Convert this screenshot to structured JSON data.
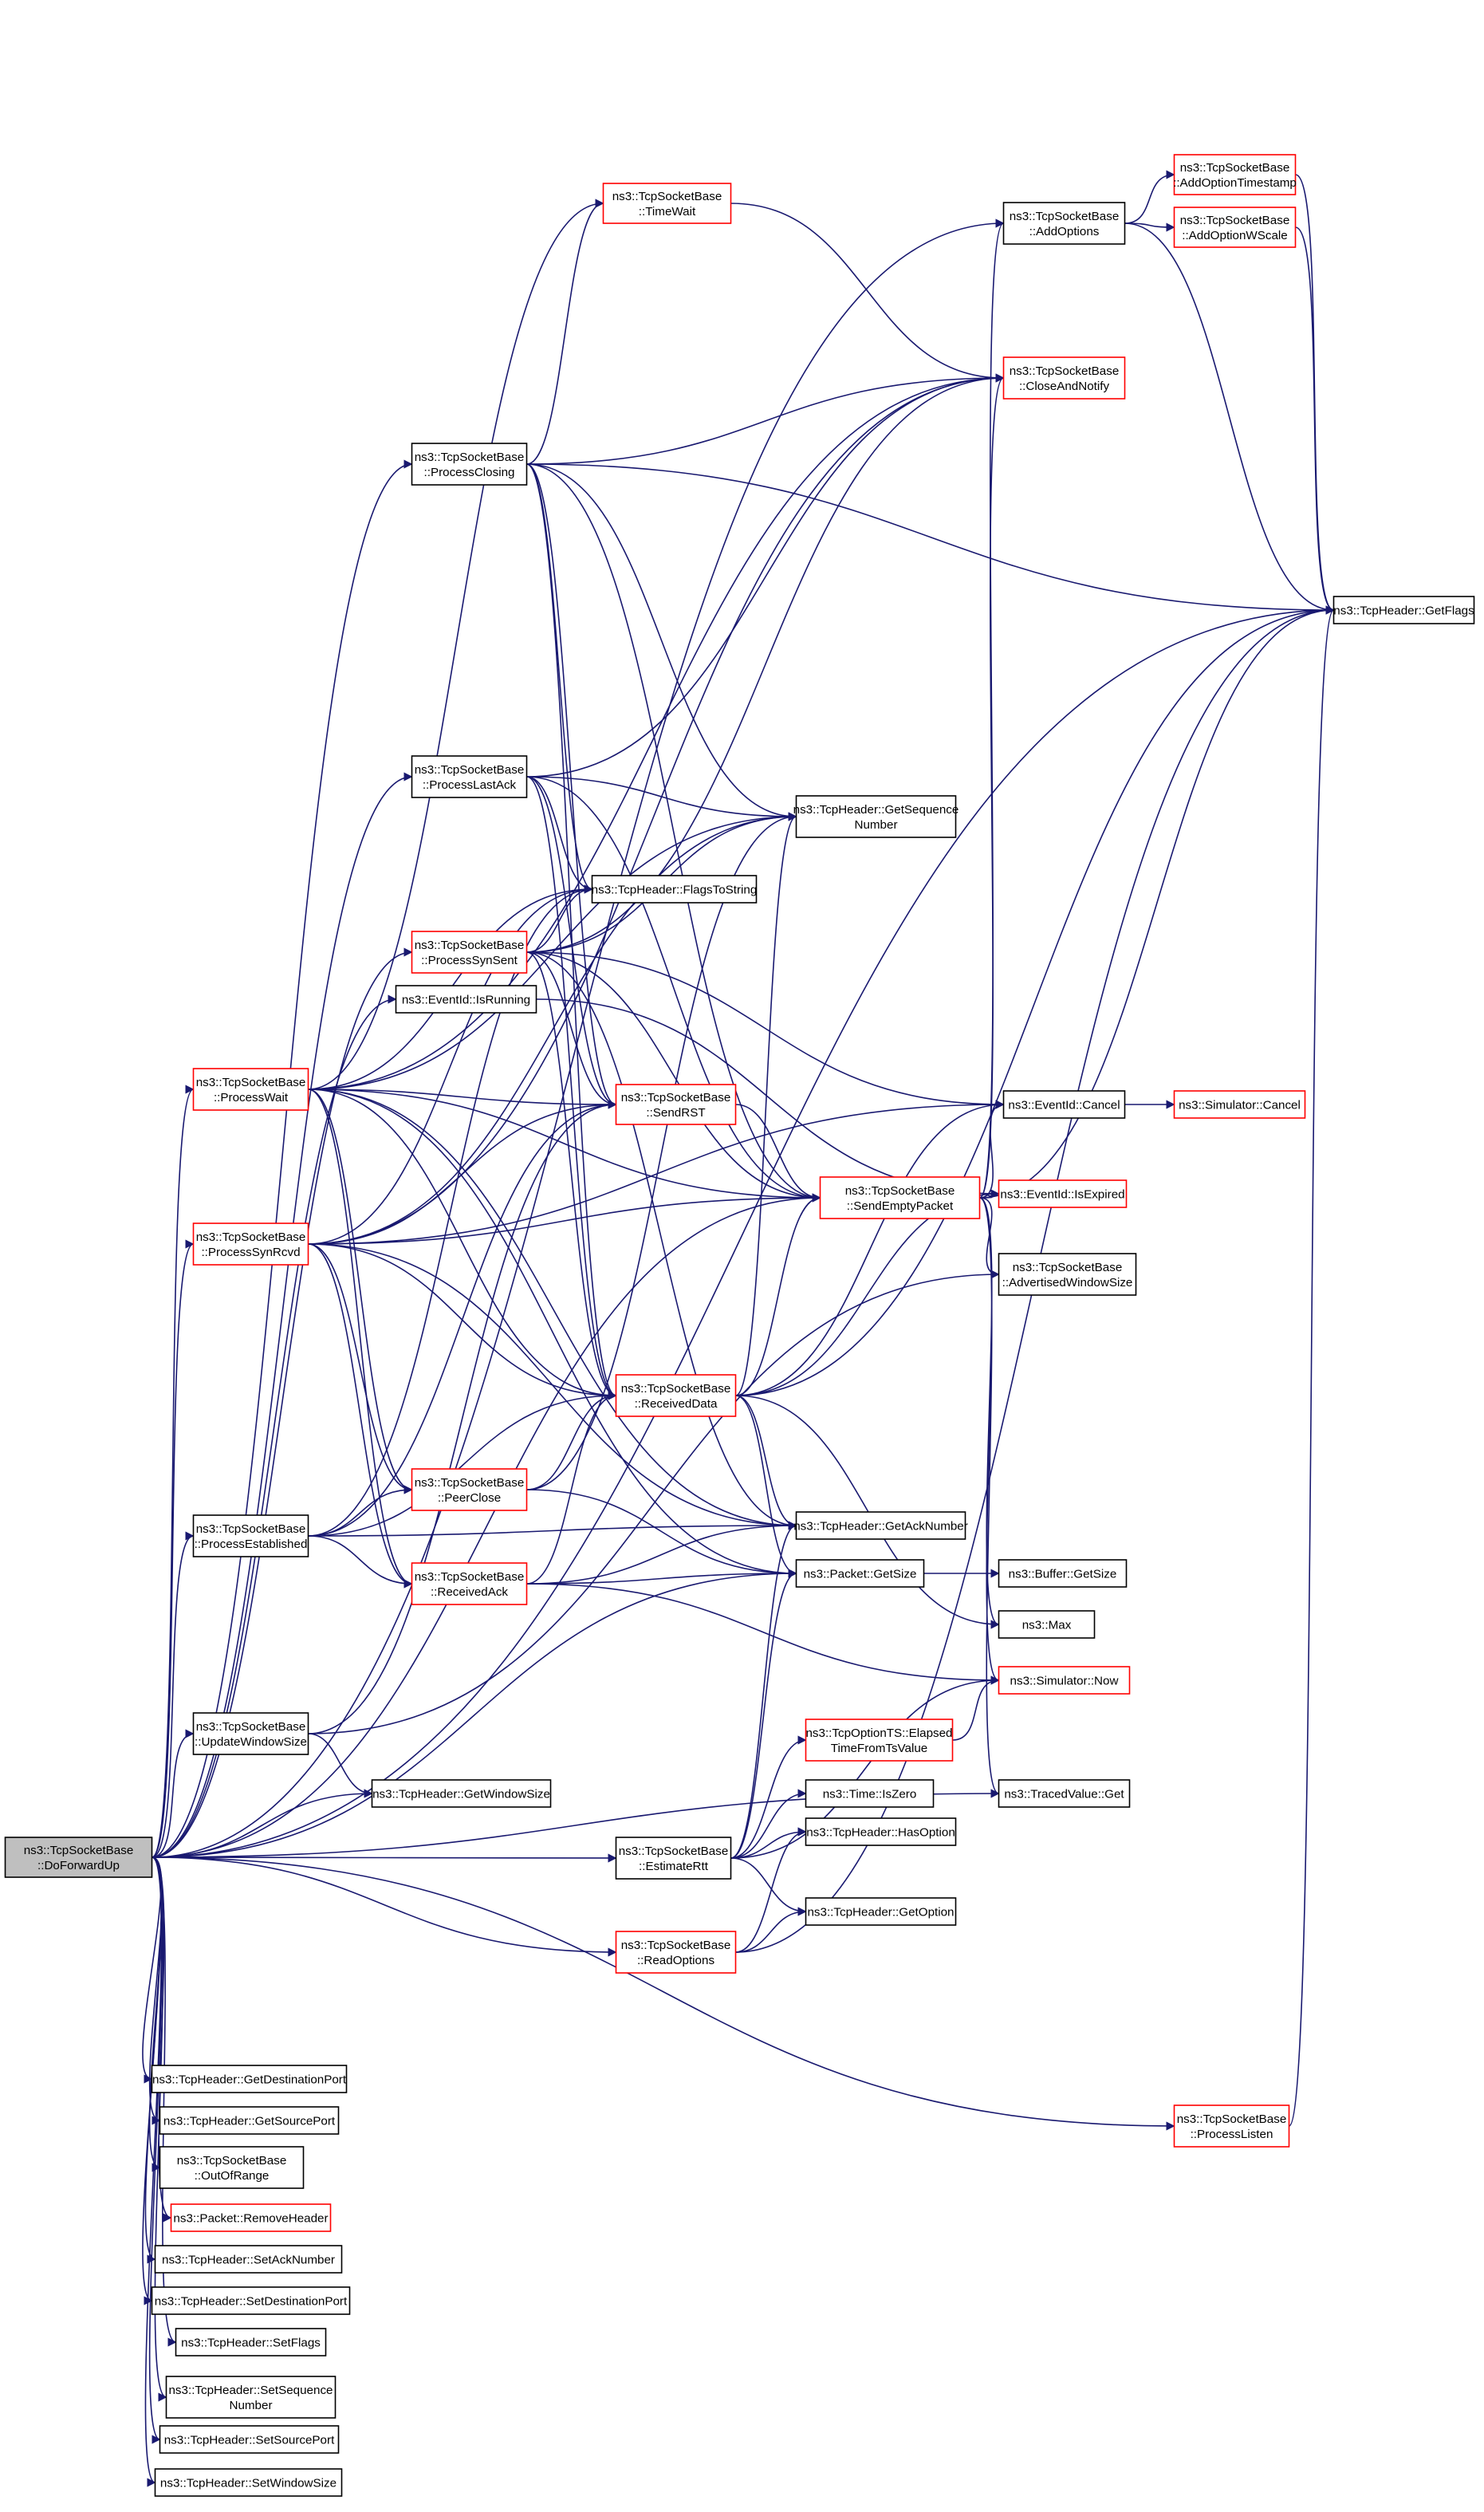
{
  "title": "Call graph of ns3::TcpSocketBase::DoForwardUp",
  "colors": {
    "edge": "#191970",
    "root_fill": "#bfbfbf",
    "node_border": "#000000",
    "truncated_border": "#ff0000"
  },
  "nodes": {
    "dofwd": {
      "lines": [
        "ns3::TcpSocketBase",
        "::DoForwardUp"
      ],
      "kind": "root"
    },
    "addopts": {
      "lines": [
        "ns3::TcpSocketBase",
        "::AddOptions"
      ],
      "kind": "normal"
    },
    "addts": {
      "lines": [
        "ns3::TcpSocketBase",
        "::AddOptionTimestamp"
      ],
      "kind": "truncated"
    },
    "addws": {
      "lines": [
        "ns3::TcpSocketBase",
        "::AddOptionWScale"
      ],
      "kind": "truncated"
    },
    "timewait": {
      "lines": [
        "ns3::TcpSocketBase",
        "::TimeWait"
      ],
      "kind": "truncated"
    },
    "closenotify": {
      "lines": [
        "ns3::TcpSocketBase",
        "::CloseAndNotify"
      ],
      "kind": "truncated"
    },
    "pclosing": {
      "lines": [
        "ns3::TcpSocketBase",
        "::ProcessClosing"
      ],
      "kind": "normal"
    },
    "getflags": {
      "lines": [
        "ns3::TcpHeader::GetFlags"
      ],
      "kind": "normal"
    },
    "plastack": {
      "lines": [
        "ns3::TcpSocketBase",
        "::ProcessLastAck"
      ],
      "kind": "normal"
    },
    "getseq": {
      "lines": [
        "ns3::TcpHeader::GetSequence",
        "Number"
      ],
      "kind": "normal"
    },
    "flags2str": {
      "lines": [
        "ns3::TcpHeader::FlagsToString"
      ],
      "kind": "normal"
    },
    "psynsent": {
      "lines": [
        "ns3::TcpSocketBase",
        "::ProcessSynSent"
      ],
      "kind": "truncated"
    },
    "isrunning": {
      "lines": [
        "ns3::EventId::IsRunning"
      ],
      "kind": "normal"
    },
    "pwait": {
      "lines": [
        "ns3::TcpSocketBase",
        "::ProcessWait"
      ],
      "kind": "truncated"
    },
    "sendrst": {
      "lines": [
        "ns3::TcpSocketBase",
        "::SendRST"
      ],
      "kind": "truncated"
    },
    "cancel": {
      "lines": [
        "ns3::EventId::Cancel"
      ],
      "kind": "normal"
    },
    "simcancel": {
      "lines": [
        "ns3::Simulator::Cancel"
      ],
      "kind": "truncated"
    },
    "sendempty": {
      "lines": [
        "ns3::TcpSocketBase",
        "::SendEmptyPacket"
      ],
      "kind": "truncated"
    },
    "isexpired": {
      "lines": [
        "ns3::EventId::IsExpired"
      ],
      "kind": "truncated"
    },
    "psynrcvd": {
      "lines": [
        "ns3::TcpSocketBase",
        "::ProcessSynRcvd"
      ],
      "kind": "truncated"
    },
    "advwin": {
      "lines": [
        "ns3::TcpSocketBase",
        "::AdvertisedWindowSize"
      ],
      "kind": "normal"
    },
    "recvdata": {
      "lines": [
        "ns3::TcpSocketBase",
        "::ReceivedData"
      ],
      "kind": "truncated"
    },
    "peerclose": {
      "lines": [
        "ns3::TcpSocketBase",
        "::PeerClose"
      ],
      "kind": "truncated"
    },
    "pestab": {
      "lines": [
        "ns3::TcpSocketBase",
        "::ProcessEstablished"
      ],
      "kind": "normal"
    },
    "getack": {
      "lines": [
        "ns3::TcpHeader::GetAckNumber"
      ],
      "kind": "normal"
    },
    "getsize": {
      "lines": [
        "ns3::Packet::GetSize"
      ],
      "kind": "normal"
    },
    "bufsize": {
      "lines": [
        "ns3::Buffer::GetSize"
      ],
      "kind": "normal"
    },
    "recvack": {
      "lines": [
        "ns3::TcpSocketBase",
        "::ReceivedAck"
      ],
      "kind": "truncated"
    },
    "max": {
      "lines": [
        "ns3::Max"
      ],
      "kind": "normal"
    },
    "simnow": {
      "lines": [
        "ns3::Simulator::Now"
      ],
      "kind": "truncated"
    },
    "updwin": {
      "lines": [
        "ns3::TcpSocketBase",
        "::UpdateWindowSize"
      ],
      "kind": "normal"
    },
    "elapsed": {
      "lines": [
        "ns3::TcpOptionTS::Elapsed",
        "TimeFromTsValue"
      ],
      "kind": "truncated"
    },
    "iszero": {
      "lines": [
        "ns3::Time::IsZero"
      ],
      "kind": "normal"
    },
    "tracedget": {
      "lines": [
        "ns3::TracedValue::Get"
      ],
      "kind": "normal"
    },
    "getwin": {
      "lines": [
        "ns3::TcpHeader::GetWindowSize"
      ],
      "kind": "normal"
    },
    "estrtt": {
      "lines": [
        "ns3::TcpSocketBase",
        "::EstimateRtt"
      ],
      "kind": "normal"
    },
    "hasopt": {
      "lines": [
        "ns3::TcpHeader::HasOption"
      ],
      "kind": "normal"
    },
    "getopt": {
      "lines": [
        "ns3::TcpHeader::GetOption"
      ],
      "kind": "normal"
    },
    "readopts": {
      "lines": [
        "ns3::TcpSocketBase",
        "::ReadOptions"
      ],
      "kind": "truncated"
    },
    "plisten": {
      "lines": [
        "ns3::TcpSocketBase",
        "::ProcessListen"
      ],
      "kind": "truncated"
    },
    "getdst": {
      "lines": [
        "ns3::TcpHeader::GetDestinationPort"
      ],
      "kind": "normal"
    },
    "getsrc": {
      "lines": [
        "ns3::TcpHeader::GetSourcePort"
      ],
      "kind": "normal"
    },
    "outofrange": {
      "lines": [
        "ns3::TcpSocketBase",
        "::OutOfRange"
      ],
      "kind": "normal"
    },
    "rmheader": {
      "lines": [
        "ns3::Packet::RemoveHeader"
      ],
      "kind": "truncated"
    },
    "setack": {
      "lines": [
        "ns3::TcpHeader::SetAckNumber"
      ],
      "kind": "normal"
    },
    "setdst": {
      "lines": [
        "ns3::TcpHeader::SetDestinationPort"
      ],
      "kind": "normal"
    },
    "setflags": {
      "lines": [
        "ns3::TcpHeader::SetFlags"
      ],
      "kind": "normal"
    },
    "setseq": {
      "lines": [
        "ns3::TcpHeader::SetSequence",
        "Number"
      ],
      "kind": "normal"
    },
    "setsrc": {
      "lines": [
        "ns3::TcpHeader::SetSourcePort"
      ],
      "kind": "normal"
    },
    "setwin": {
      "lines": [
        "ns3::TcpHeader::SetWindowSize"
      ],
      "kind": "normal"
    }
  },
  "edges": [
    [
      "dofwd",
      "addopts"
    ],
    [
      "dofwd",
      "getflags"
    ],
    [
      "dofwd",
      "pclosing"
    ],
    [
      "dofwd",
      "plastack"
    ],
    [
      "dofwd",
      "psynsent"
    ],
    [
      "dofwd",
      "isrunning"
    ],
    [
      "dofwd",
      "pwait"
    ],
    [
      "dofwd",
      "psynrcvd"
    ],
    [
      "dofwd",
      "pestab"
    ],
    [
      "dofwd",
      "updwin"
    ],
    [
      "dofwd",
      "getwin"
    ],
    [
      "dofwd",
      "estrtt"
    ],
    [
      "dofwd",
      "readopts"
    ],
    [
      "dofwd",
      "plisten"
    ],
    [
      "dofwd",
      "sendempty"
    ],
    [
      "dofwd",
      "getdst"
    ],
    [
      "dofwd",
      "getsrc"
    ],
    [
      "dofwd",
      "outofrange"
    ],
    [
      "dofwd",
      "rmheader"
    ],
    [
      "dofwd",
      "setack"
    ],
    [
      "dofwd",
      "setdst"
    ],
    [
      "dofwd",
      "setflags"
    ],
    [
      "dofwd",
      "setseq"
    ],
    [
      "dofwd",
      "setsrc"
    ],
    [
      "dofwd",
      "setwin"
    ],
    [
      "dofwd",
      "tracedget"
    ],
    [
      "dofwd",
      "getsize"
    ],
    [
      "addopts",
      "addts"
    ],
    [
      "addopts",
      "addws"
    ],
    [
      "addopts",
      "getflags"
    ],
    [
      "addws",
      "getflags"
    ],
    [
      "addts",
      "getflags"
    ],
    [
      "timewait",
      "closenotify"
    ],
    [
      "pclosing",
      "timewait"
    ],
    [
      "pclosing",
      "closenotify"
    ],
    [
      "pclosing",
      "getseq"
    ],
    [
      "pclosing",
      "flags2str"
    ],
    [
      "pclosing",
      "sendrst"
    ],
    [
      "pclosing",
      "sendempty"
    ],
    [
      "pclosing",
      "recvdata"
    ],
    [
      "pclosing",
      "getflags"
    ],
    [
      "plastack",
      "closenotify"
    ],
    [
      "plastack",
      "getseq"
    ],
    [
      "plastack",
      "flags2str"
    ],
    [
      "plastack",
      "sendrst"
    ],
    [
      "plastack",
      "sendempty"
    ],
    [
      "plastack",
      "recvdata"
    ],
    [
      "psynsent",
      "closenotify"
    ],
    [
      "psynsent",
      "getseq"
    ],
    [
      "psynsent",
      "flags2str"
    ],
    [
      "psynsent",
      "sendrst"
    ],
    [
      "psynsent",
      "cancel"
    ],
    [
      "psynsent",
      "sendempty"
    ],
    [
      "psynsent",
      "recvdata"
    ],
    [
      "psynsent",
      "getack"
    ],
    [
      "isrunning",
      "isexpired"
    ],
    [
      "pwait",
      "timewait"
    ],
    [
      "pwait",
      "closenotify"
    ],
    [
      "pwait",
      "getseq"
    ],
    [
      "pwait",
      "flags2str"
    ],
    [
      "pwait",
      "sendrst"
    ],
    [
      "pwait",
      "sendempty"
    ],
    [
      "pwait",
      "recvdata"
    ],
    [
      "pwait",
      "peerclose"
    ],
    [
      "pwait",
      "recvack"
    ],
    [
      "pwait",
      "getack"
    ],
    [
      "pwait",
      "getsize"
    ],
    [
      "sendrst",
      "sendempty"
    ],
    [
      "cancel",
      "simcancel"
    ],
    [
      "sendempty",
      "addopts"
    ],
    [
      "sendempty",
      "closenotify"
    ],
    [
      "sendempty",
      "cancel"
    ],
    [
      "sendempty",
      "isexpired"
    ],
    [
      "sendempty",
      "advwin"
    ],
    [
      "sendempty",
      "simnow"
    ],
    [
      "sendempty",
      "tracedget"
    ],
    [
      "sendempty",
      "max"
    ],
    [
      "sendempty",
      "getflags"
    ],
    [
      "psynrcvd",
      "closenotify"
    ],
    [
      "psynrcvd",
      "getseq"
    ],
    [
      "psynrcvd",
      "flags2str"
    ],
    [
      "psynrcvd",
      "sendrst"
    ],
    [
      "psynrcvd",
      "cancel"
    ],
    [
      "psynrcvd",
      "sendempty"
    ],
    [
      "psynrcvd",
      "recvdata"
    ],
    [
      "psynrcvd",
      "peerclose"
    ],
    [
      "psynrcvd",
      "recvack"
    ],
    [
      "psynrcvd",
      "getack"
    ],
    [
      "recvdata",
      "sendempty"
    ],
    [
      "recvdata",
      "cancel"
    ],
    [
      "recvdata",
      "isexpired"
    ],
    [
      "recvdata",
      "getflags"
    ],
    [
      "recvdata",
      "getseq"
    ],
    [
      "recvdata",
      "getack"
    ],
    [
      "recvdata",
      "getsize"
    ],
    [
      "recvdata",
      "max"
    ],
    [
      "peerclose",
      "recvdata"
    ],
    [
      "peerclose",
      "getsize"
    ],
    [
      "peerclose",
      "getseq"
    ],
    [
      "pestab",
      "peerclose"
    ],
    [
      "pestab",
      "recvdata"
    ],
    [
      "pestab",
      "recvack"
    ],
    [
      "pestab",
      "sendrst"
    ],
    [
      "pestab",
      "flags2str"
    ],
    [
      "pestab",
      "getack"
    ],
    [
      "getsize",
      "bufsize"
    ],
    [
      "recvack",
      "recvdata"
    ],
    [
      "recvack",
      "getack"
    ],
    [
      "recvack",
      "getsize"
    ],
    [
      "recvack",
      "simnow"
    ],
    [
      "updwin",
      "getwin"
    ],
    [
      "updwin",
      "sendrst"
    ],
    [
      "updwin",
      "advwin"
    ],
    [
      "elapsed",
      "simnow"
    ],
    [
      "estrtt",
      "elapsed"
    ],
    [
      "estrtt",
      "iszero"
    ],
    [
      "estrtt",
      "hasopt"
    ],
    [
      "estrtt",
      "getopt"
    ],
    [
      "estrtt",
      "getack"
    ],
    [
      "estrtt",
      "getsize"
    ],
    [
      "estrtt",
      "simnow"
    ],
    [
      "readopts",
      "hasopt"
    ],
    [
      "readopts",
      "getopt"
    ],
    [
      "readopts",
      "getflags"
    ],
    [
      "plisten",
      "getflags"
    ]
  ]
}
